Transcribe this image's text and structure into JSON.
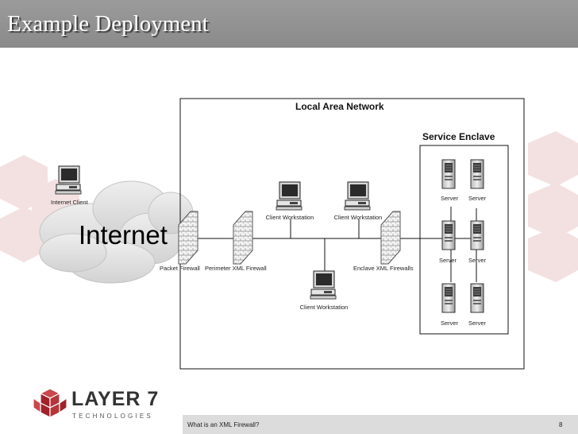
{
  "title": "Example Deployment",
  "diagram": {
    "lan_label": "Local Area Network",
    "enclave_label": "Service Enclave",
    "internet_label": "Internet",
    "internet_client_label": "Internet Client",
    "client_workstation_label": "Client Workstation",
    "packet_firewall_label": "Packet Firewall",
    "perimeter_firewall_label": "Perimeter XML Firewall",
    "enclave_firewalls_label": "Enclave XML Firewalls",
    "server_label": "Server"
  },
  "footer": {
    "text": "What is an XML Firewall?",
    "page": "8"
  },
  "logo": {
    "name": "LAYER 7",
    "tagline": "TECHNOLOGIES"
  },
  "colors": {
    "title_bar": "#8f8f8f",
    "footer_bar": "#dcdcdc",
    "logo_red": "#b32b32",
    "background_cube": "#f1dede"
  }
}
